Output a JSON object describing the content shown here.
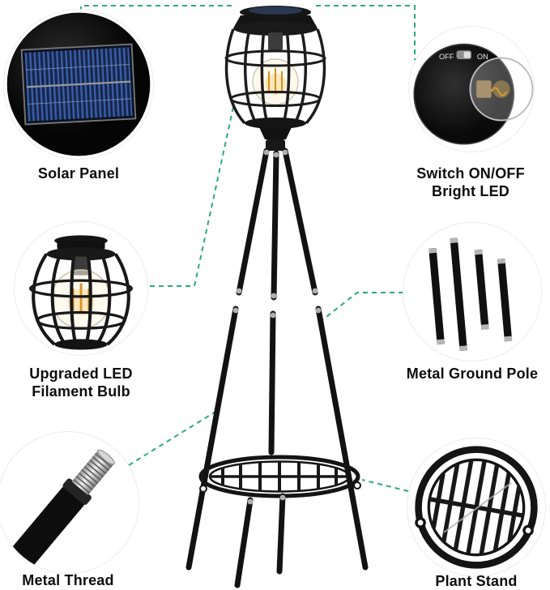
{
  "colors": {
    "accent": "#2fa87c"
  },
  "callouts": {
    "solar_panel": {
      "label": "Solar Panel"
    },
    "switch": {
      "label_line1": "Switch ON/OFF",
      "label_line2": "Bright LED",
      "switch_off": "OFF",
      "switch_on": "ON"
    },
    "led_bulb": {
      "label_line1": "Upgraded LED",
      "label_line2": "Filament Bulb"
    },
    "ground_pole": {
      "label": "Metal Ground Pole"
    },
    "metal_thread": {
      "label": "Metal Thread"
    },
    "plant_stand": {
      "label": "Plant Stand"
    }
  }
}
